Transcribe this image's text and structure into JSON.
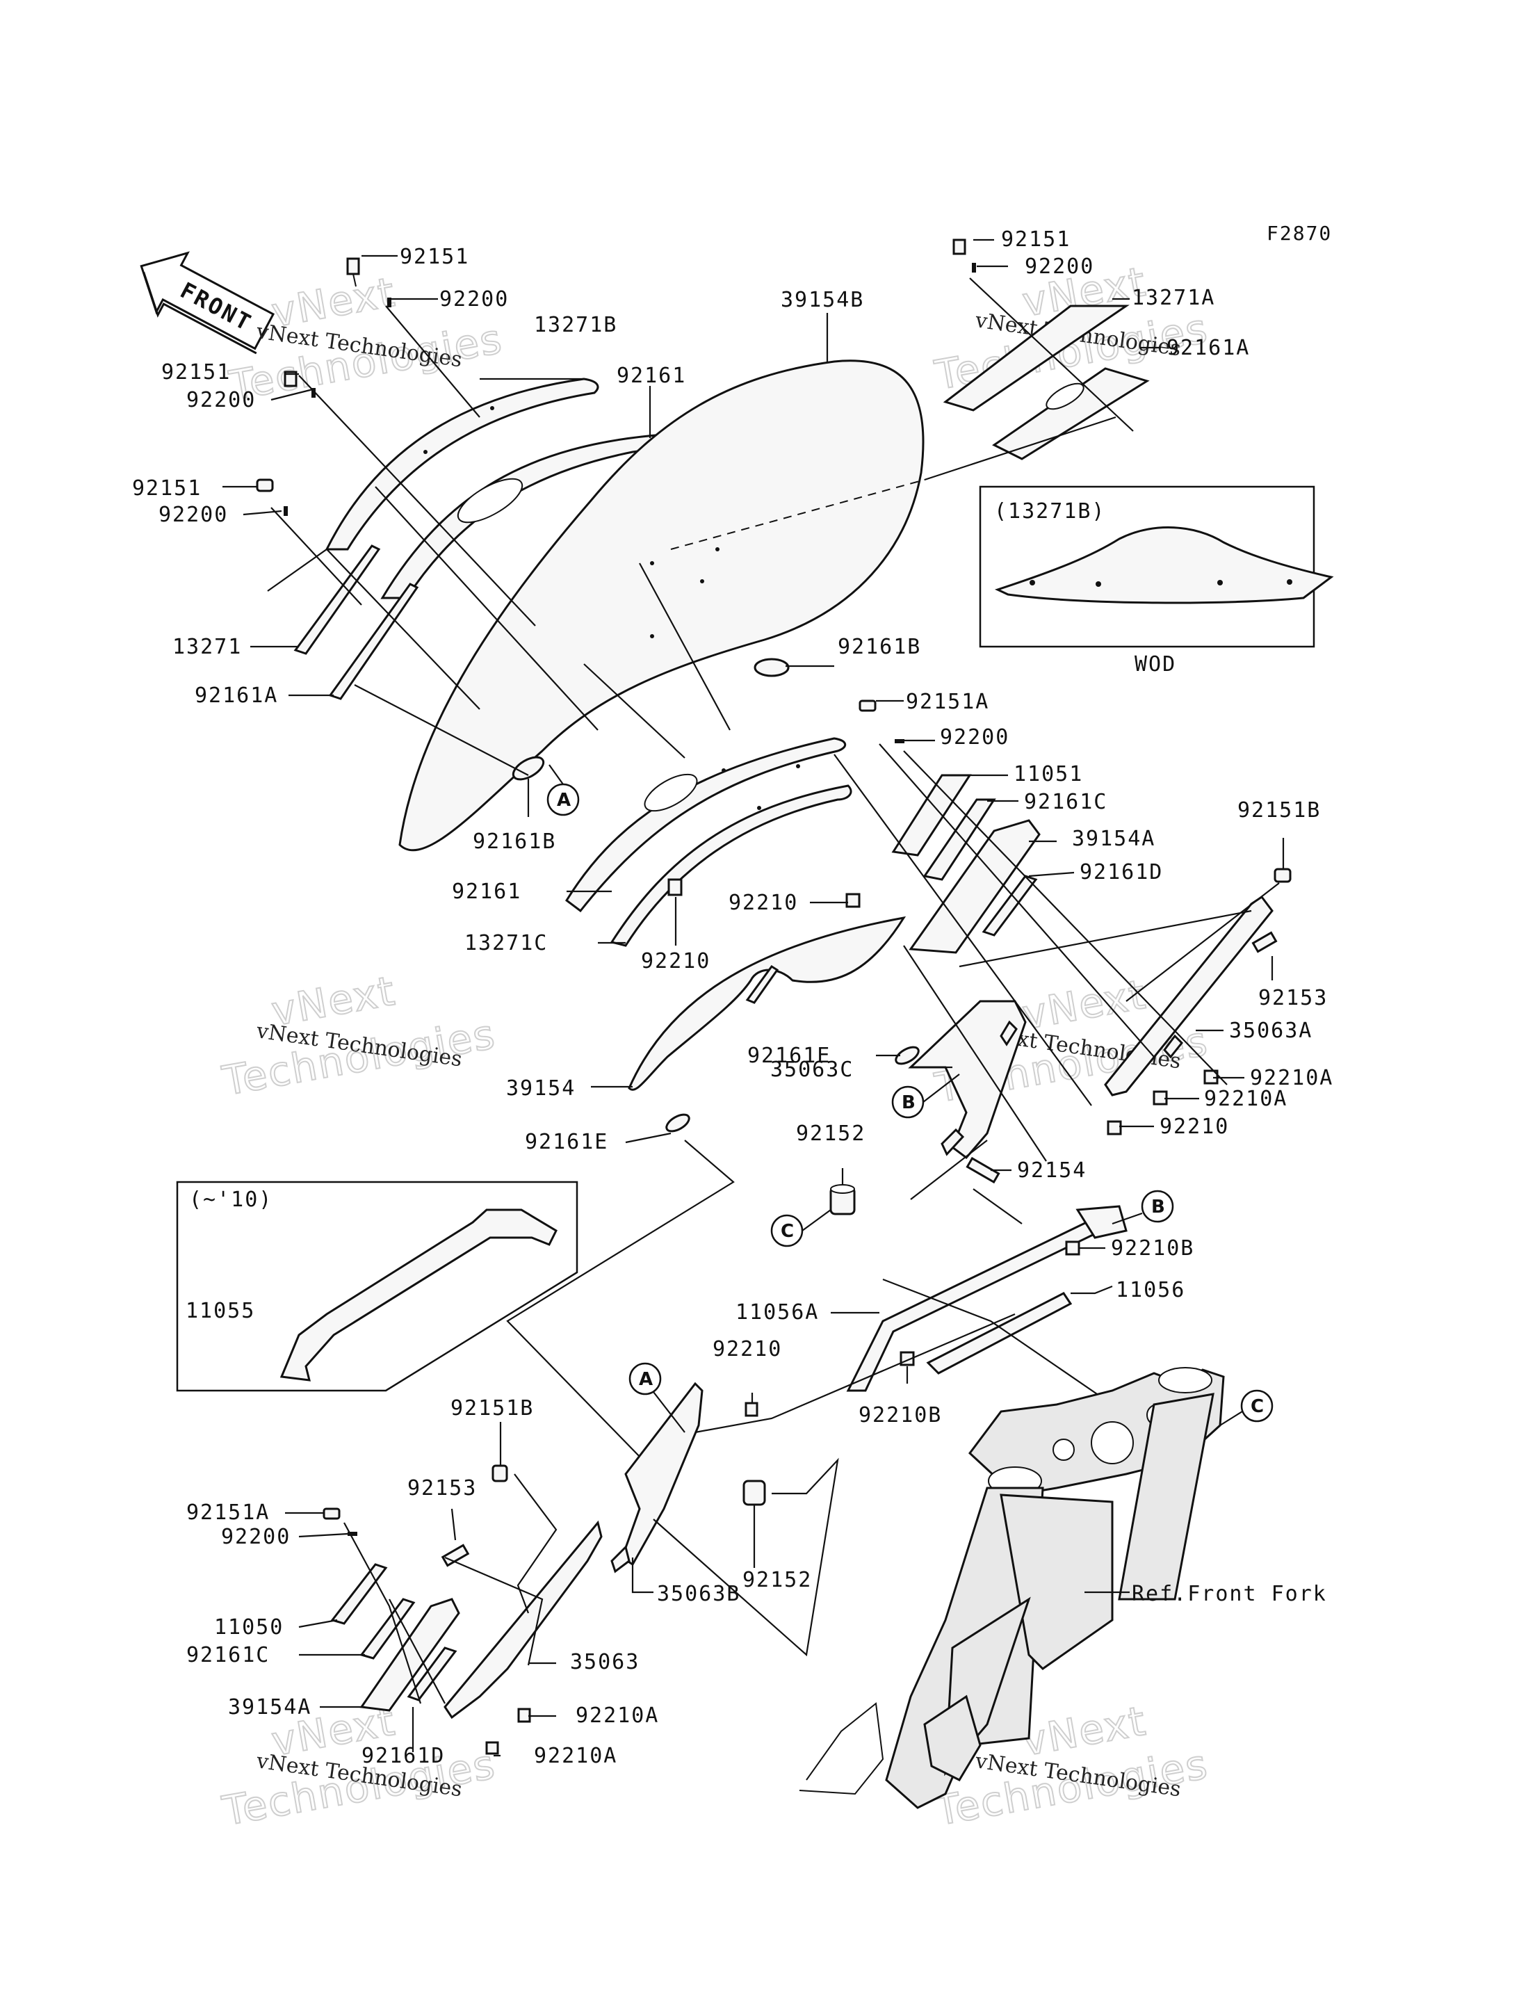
{
  "figure_code": "F2870",
  "front_marker": "FRONT",
  "watermark": {
    "brand_big": "vNext",
    "brand_big_2": "Technologies",
    "brand_small": "vNext Technologies"
  },
  "inset_13271B": {
    "title": "(13271B)",
    "caption": "WOD"
  },
  "inset_10": {
    "title": "(~'10)",
    "part": "11055"
  },
  "ref_circles": {
    "a": "A",
    "b": "B",
    "c": "C"
  },
  "callouts": {
    "l_92151_a": "92151",
    "l_92200_a": "92200",
    "l_13271B": "13271B",
    "l_92151_b": "92151",
    "l_92200_b": "92200",
    "l_92161_a": "92161",
    "l_92151_c": "92151",
    "l_92200_c": "92200",
    "l_13271": "13271",
    "l_92161A_a": "92161A",
    "l_39154B": "39154B",
    "l_92161B_a": "92161B",
    "l_92161B_b": "92161B",
    "l_92151_d": "92151",
    "l_92200_d": "92200",
    "l_13271A": "13271A",
    "l_92161A_b": "92161A",
    "l_92151A_a": "92151A",
    "l_92200_e": "92200",
    "l_11051": "11051",
    "l_92161C_a": "92161C",
    "l_39154A_a": "39154A",
    "l_92161D_a": "92161D",
    "l_92151B_a": "92151B",
    "l_92161_b": "92161",
    "l_92210_a": "92210",
    "l_13271C": "13271C",
    "l_92210_b": "92210",
    "l_92153_a": "92153",
    "l_35063A": "35063A",
    "l_92210A_a": "92210A",
    "l_92210A_b": "92210A",
    "l_92210_c": "92210",
    "l_92161E_a": "92161E",
    "l_35063C": "35063C",
    "l_39154": "39154",
    "l_92161E_b": "92161E",
    "l_92152_a": "92152",
    "l_92154": "92154",
    "l_92210B_a": "92210B",
    "l_11056A": "11056A",
    "l_11056": "11056",
    "l_92210_d": "92210",
    "l_92210B_b": "92210B",
    "l_92151B_b": "92151B",
    "l_92153_b": "92153",
    "l_92151A_b": "92151A",
    "l_92200_f": "92200",
    "l_11050": "11050",
    "l_92161C_b": "92161C",
    "l_39154A_b": "39154A",
    "l_92161D_b": "92161D",
    "l_35063": "35063",
    "l_35063B": "35063B",
    "l_92152_b": "92152",
    "l_92210A_c": "92210A",
    "l_92210A_d": "92210A",
    "l_ref_fork": "Ref.Front Fork"
  }
}
